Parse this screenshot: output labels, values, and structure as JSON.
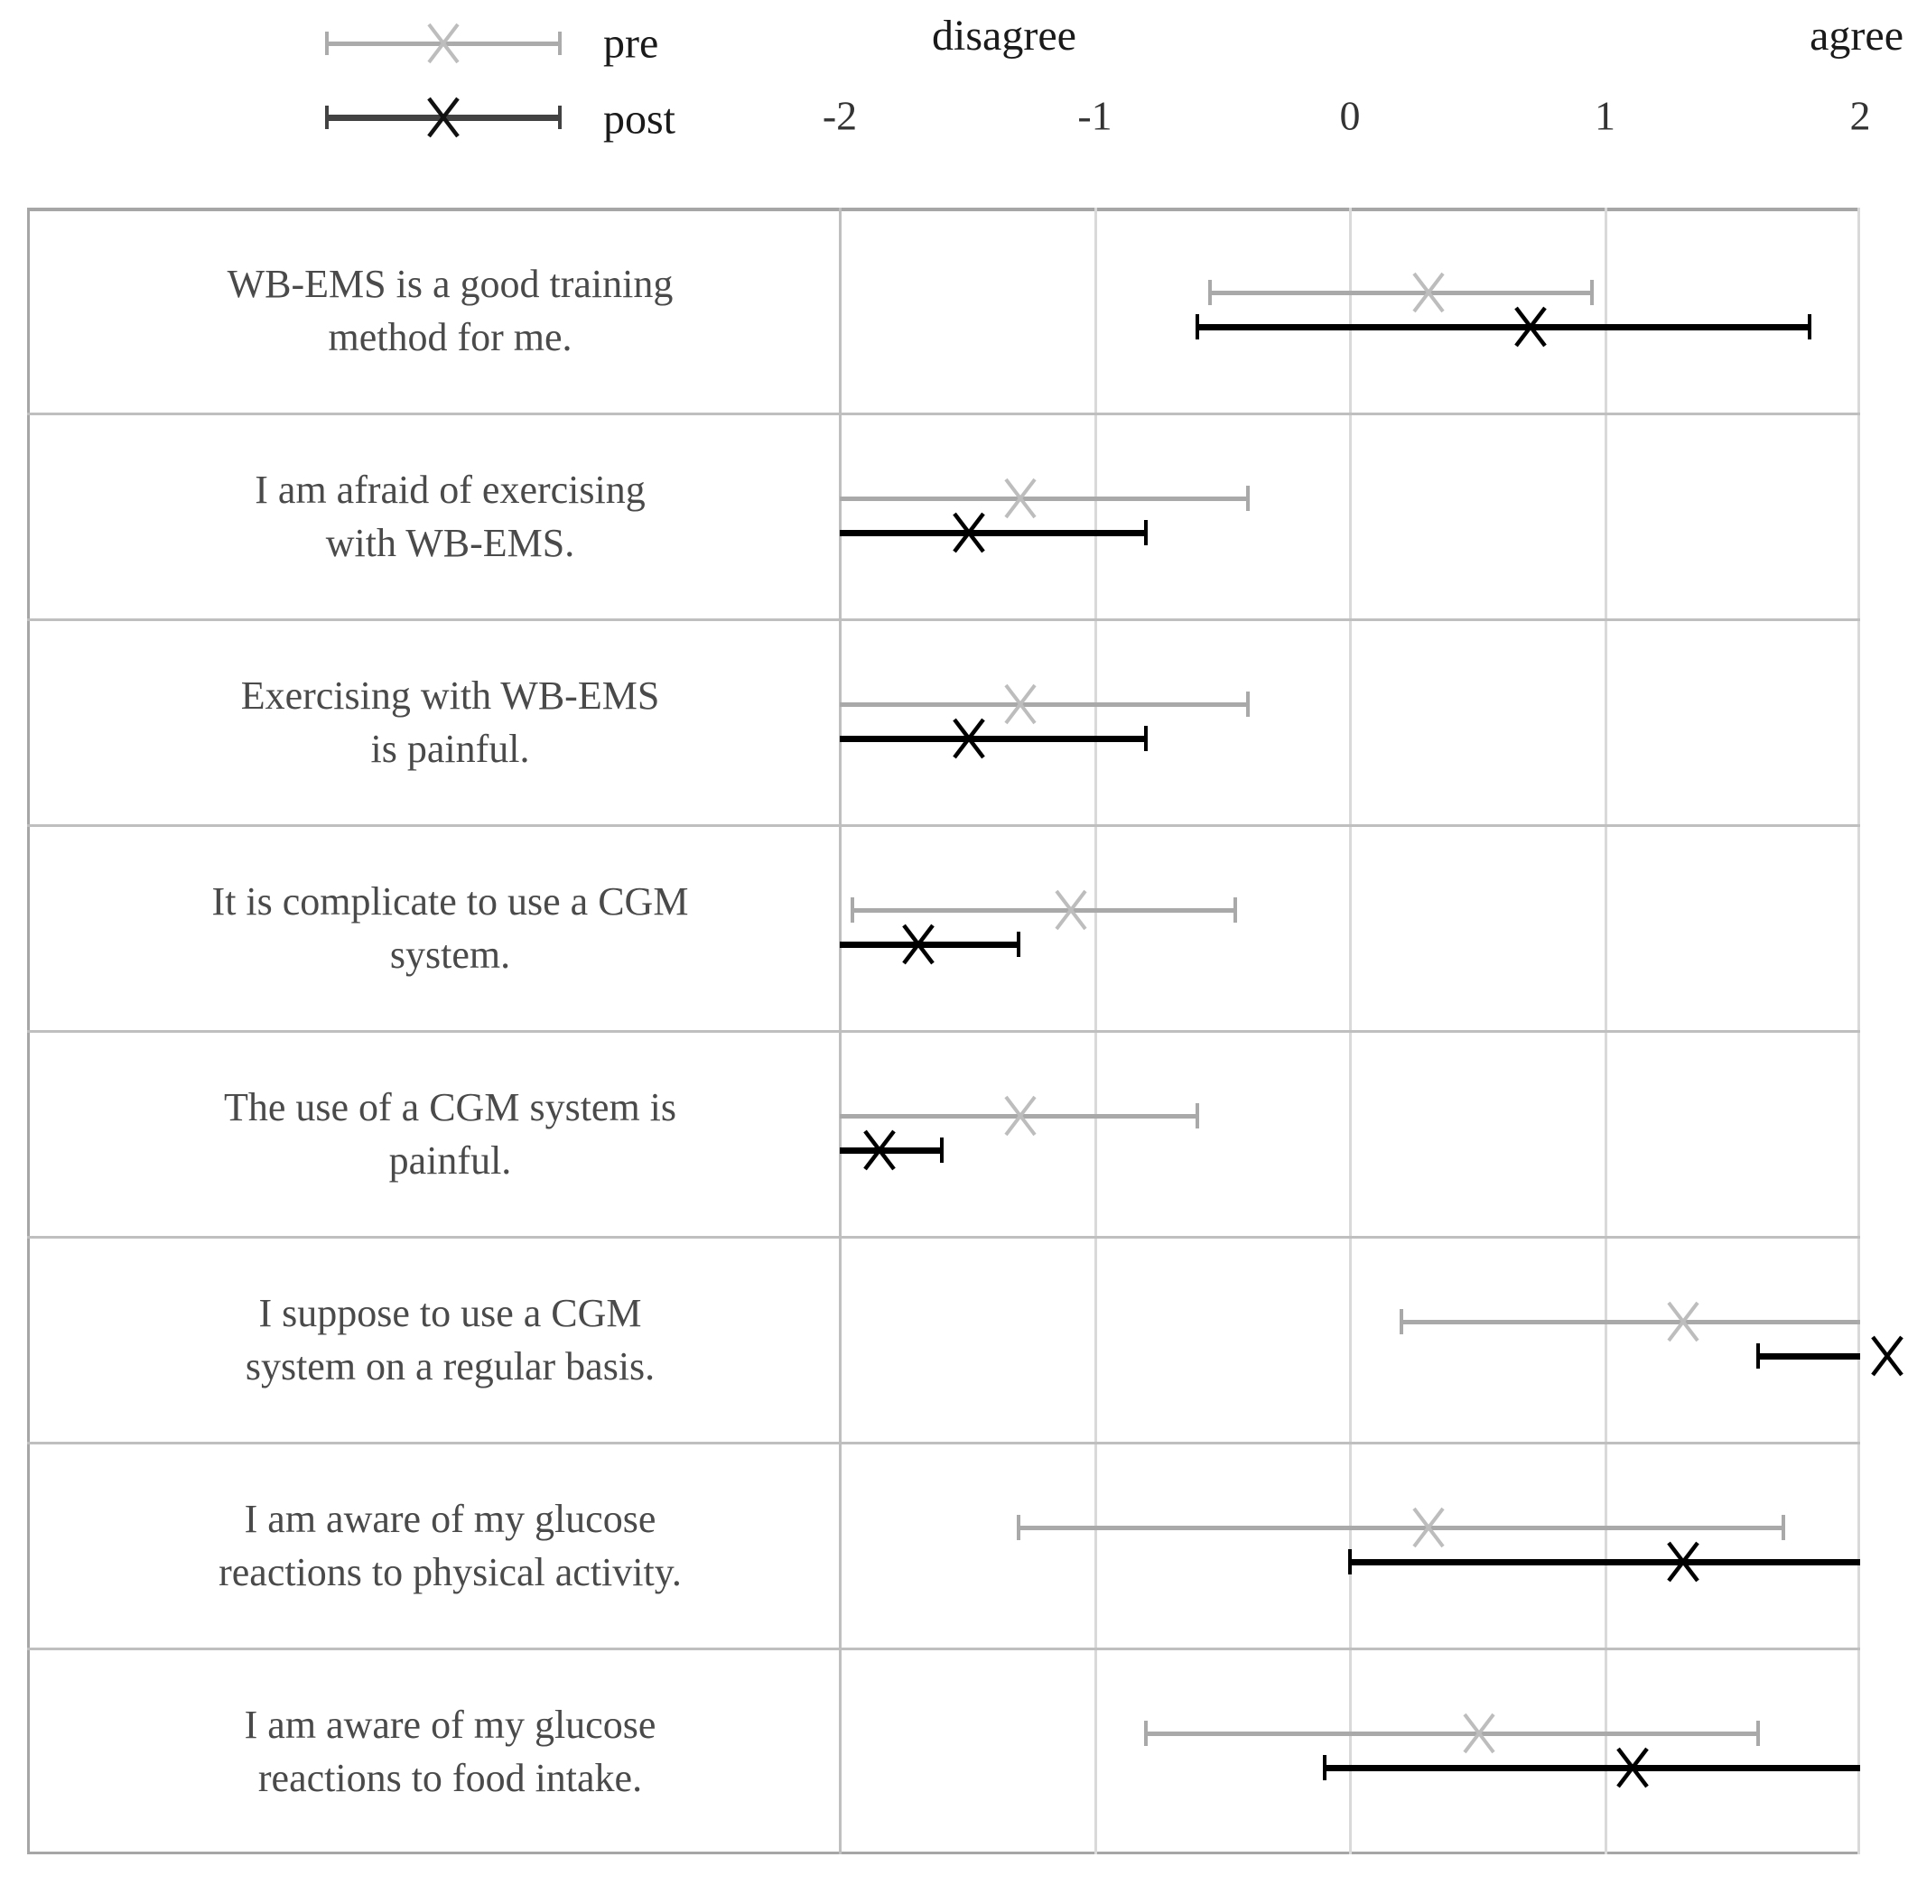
{
  "figure_title": "Questionnaire ratings pre vs post (error-bar chart)",
  "chart_data": {
    "type": "scatter",
    "marker": "x-with-horizontal-error-bars",
    "axis": {
      "min": -2,
      "max": 2,
      "ticks": [
        "-2",
        "-1",
        "0",
        "1",
        "2"
      ],
      "tick_values": [
        -2,
        -1,
        0,
        1,
        2
      ],
      "left_anchor_label": "disagree",
      "right_anchor_label": "agree",
      "grid": true
    },
    "legend": {
      "position": "top-left",
      "entries": [
        "pre",
        "post"
      ]
    },
    "categories": [
      {
        "lines": [
          "WB-EMS is a good training",
          "method for me."
        ]
      },
      {
        "lines": [
          "I am afraid of exercising",
          "with WB-EMS."
        ]
      },
      {
        "lines": [
          "Exercising with WB-EMS",
          "is painful."
        ]
      },
      {
        "lines": [
          "It is complicate to use a CGM",
          "system."
        ]
      },
      {
        "lines": [
          "The use of a CGM system is",
          "painful."
        ]
      },
      {
        "lines": [
          "I suppose to use a CGM",
          "system on a regular basis."
        ]
      },
      {
        "lines": [
          "I am aware of my glucose",
          "reactions to physical activity."
        ]
      },
      {
        "lines": [
          "I am aware of my glucose",
          "reactions to food intake."
        ]
      }
    ],
    "series": [
      {
        "name": "pre",
        "color": "#a9a9a9",
        "marker_color": "#bdbdbd",
        "points": [
          {
            "mean": 0.2,
            "lo": -0.55,
            "hi": 0.95,
            "lo_cap": true,
            "hi_cap": true
          },
          {
            "mean": -1.4,
            "lo": -2.0,
            "hi": -0.4,
            "lo_cap": false,
            "hi_cap": true
          },
          {
            "mean": -1.4,
            "lo": -2.0,
            "hi": -0.4,
            "lo_cap": false,
            "hi_cap": true
          },
          {
            "mean": -1.2,
            "lo": -1.95,
            "hi": -0.45,
            "lo_cap": true,
            "hi_cap": true
          },
          {
            "mean": -1.4,
            "lo": -2.0,
            "hi": -0.6,
            "lo_cap": false,
            "hi_cap": true
          },
          {
            "mean": 1.2,
            "lo": 0.2,
            "hi": 2.0,
            "lo_cap": true,
            "hi_cap": false
          },
          {
            "mean": 0.2,
            "lo": -1.3,
            "hi": 1.7,
            "lo_cap": true,
            "hi_cap": true
          },
          {
            "mean": 0.4,
            "lo": -0.8,
            "hi": 1.6,
            "lo_cap": true,
            "hi_cap": true
          }
        ]
      },
      {
        "name": "post",
        "color": "#000000",
        "marker_color": "#000000",
        "points": [
          {
            "mean": 0.6,
            "lo": -0.6,
            "hi": 1.8,
            "lo_cap": true,
            "hi_cap": true
          },
          {
            "mean": -1.6,
            "lo": -2.0,
            "hi": -0.8,
            "lo_cap": false,
            "hi_cap": true
          },
          {
            "mean": -1.6,
            "lo": -2.0,
            "hi": -0.8,
            "lo_cap": false,
            "hi_cap": true
          },
          {
            "mean": -1.8,
            "lo": -2.0,
            "hi": -1.3,
            "lo_cap": false,
            "hi_cap": true
          },
          {
            "mean": -1.95,
            "lo": -2.0,
            "hi": -1.6,
            "lo_cap": false,
            "hi_cap": true
          },
          {
            "mean": 2.0,
            "lo": 1.6,
            "hi": 2.0,
            "lo_cap": true,
            "hi_cap": false
          },
          {
            "mean": 1.2,
            "lo": 0.0,
            "hi": 2.0,
            "lo_cap": true,
            "hi_cap": false
          },
          {
            "mean": 1.0,
            "lo": -0.1,
            "hi": 2.0,
            "lo_cap": true,
            "hi_cap": false
          }
        ]
      }
    ],
    "layout_hints": {
      "legend_line_colors": {
        "pre": "#ababab",
        "post": "#424242"
      },
      "gridline_color": "#d9d9d9",
      "table_border_color": "#a6a6a6",
      "row_separator_color": "#bfbfbf",
      "statement_text_color": "#4a4a4a"
    }
  }
}
